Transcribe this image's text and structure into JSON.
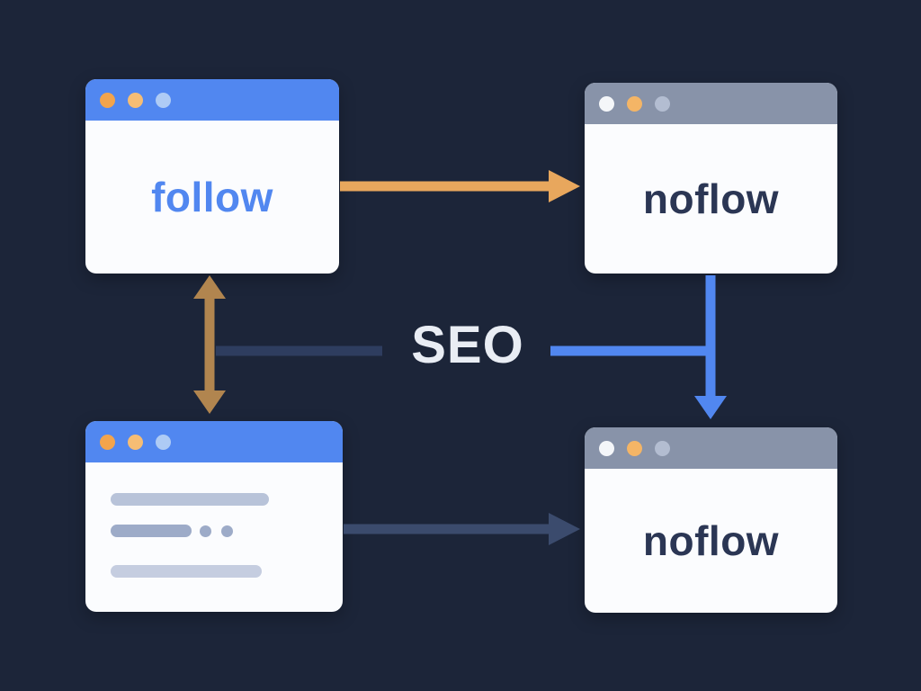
{
  "background_color": "#1c2539",
  "center_label": "SEO",
  "windows": {
    "top_left": {
      "label": "follow",
      "label_color": "#5187f0",
      "title_bar_color": "#5187f0",
      "dot_colors": [
        "#f3a44c",
        "#f6bd74",
        "#aecbf5"
      ]
    },
    "top_right": {
      "label": "noflow",
      "label_color": "#2b3654",
      "title_bar_color": "#8893a9",
      "dot_colors": [
        "#f4f6f9",
        "#f4b566",
        "#b3bdd1"
      ]
    },
    "bottom_left": {
      "label": "",
      "content": "skeleton-text-lines",
      "title_bar_color": "#5187f0",
      "dot_colors": [
        "#f3a44c",
        "#f6bd74",
        "#aecbf5"
      ],
      "skeleton_colors": [
        "#b8c3d9",
        "#9dabc8",
        "#c5cde0"
      ]
    },
    "bottom_right": {
      "label": "noflow",
      "label_color": "#2b3654",
      "title_bar_color": "#8893a9",
      "dot_colors": [
        "#f4f6f9",
        "#f4b566",
        "#b3bdd1"
      ]
    }
  },
  "arrows": {
    "top_horizontal": {
      "from": "top_left",
      "to": "top_right",
      "color": "#e8a75d",
      "direction": "right"
    },
    "left_vertical": {
      "from": "top_left",
      "to": "bottom_left",
      "color": "#b1854f",
      "direction": "both"
    },
    "seo_left_line": {
      "from": "top_left_column",
      "to": "center_label",
      "color": "#2e3d5f",
      "direction": "none"
    },
    "seo_right_down": {
      "from": "top_right",
      "to": "bottom_right",
      "color": "#5187f0",
      "direction": "down"
    },
    "bottom_horizontal": {
      "from": "bottom_left",
      "to": "bottom_right",
      "color": "#3b4b6d",
      "direction": "right"
    }
  }
}
